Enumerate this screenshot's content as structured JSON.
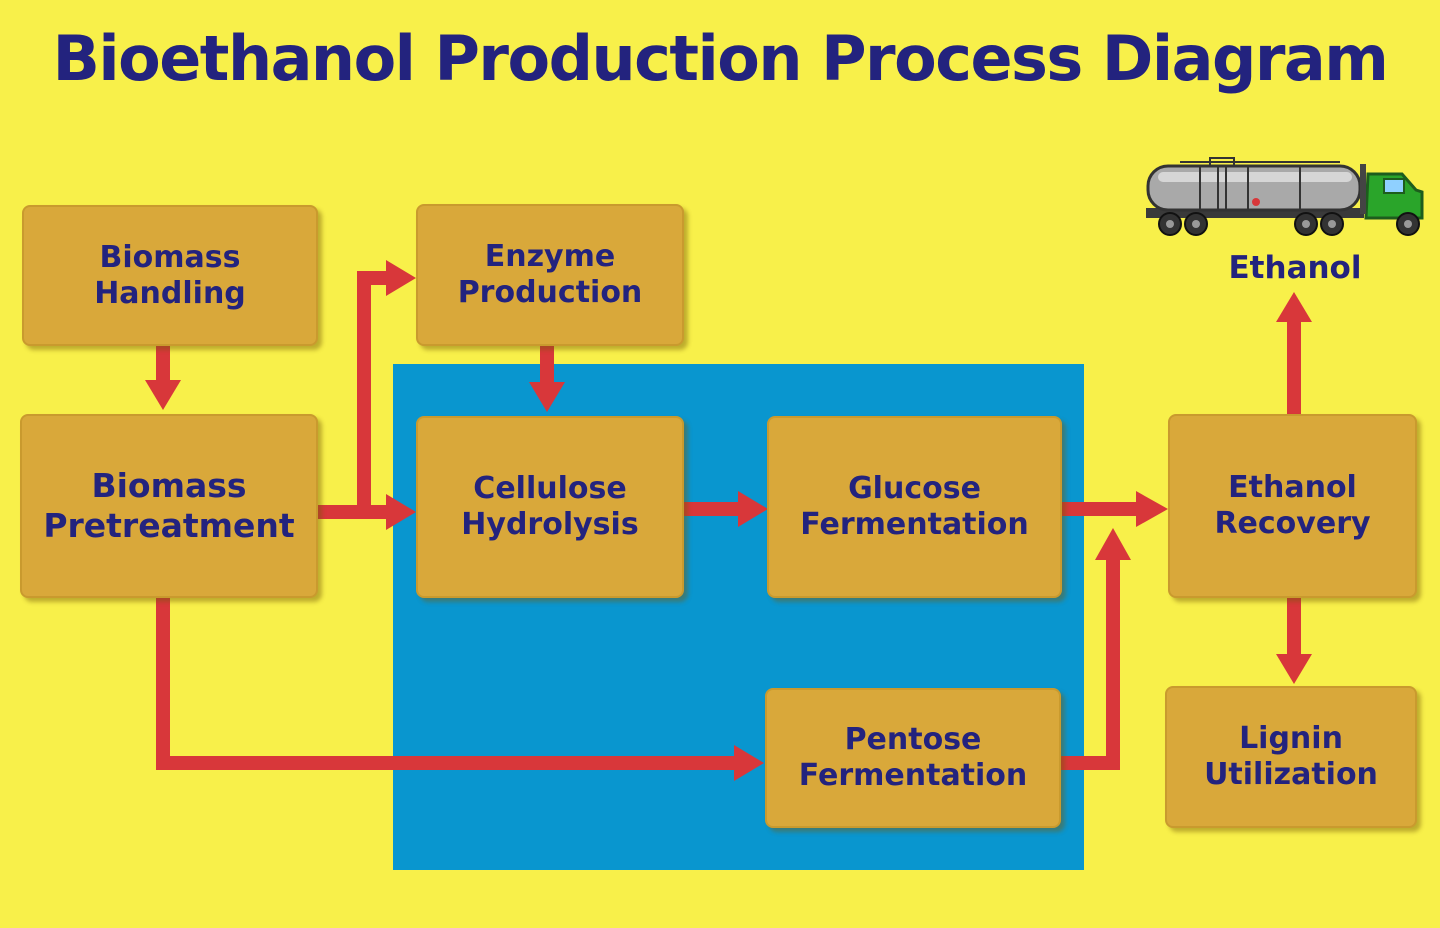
{
  "title": "Bioethanol Production Process Diagram",
  "colors": {
    "background": "#f8f04a",
    "title_text": "#23237e",
    "box_fill": "#d9a83a",
    "box_text": "#23237e",
    "arrow": "#d8373a",
    "panel": "#0996cf",
    "truck_cab": "#2aa52a",
    "tanker": "#a9a9a9"
  },
  "boxes": {
    "biomass_handling": [
      "Biomass",
      "Handling"
    ],
    "enzyme_production": [
      "Enzyme",
      "Production"
    ],
    "biomass_pretreatment": [
      "Biomass",
      "Pretreatment"
    ],
    "cellulose_hydrolysis": [
      "Cellulose",
      "Hydrolysis"
    ],
    "glucose_fermentation": [
      "Glucose",
      "Fermentation"
    ],
    "pentose_fermentation": [
      "Pentose",
      "Fermentation"
    ],
    "ethanol_recovery": [
      "Ethanol",
      "Recovery"
    ],
    "lignin_utilization": [
      "Lignin",
      "Utilization"
    ]
  },
  "product_label": "Ethanol",
  "icons": {
    "truck": "tanker-truck-icon"
  }
}
